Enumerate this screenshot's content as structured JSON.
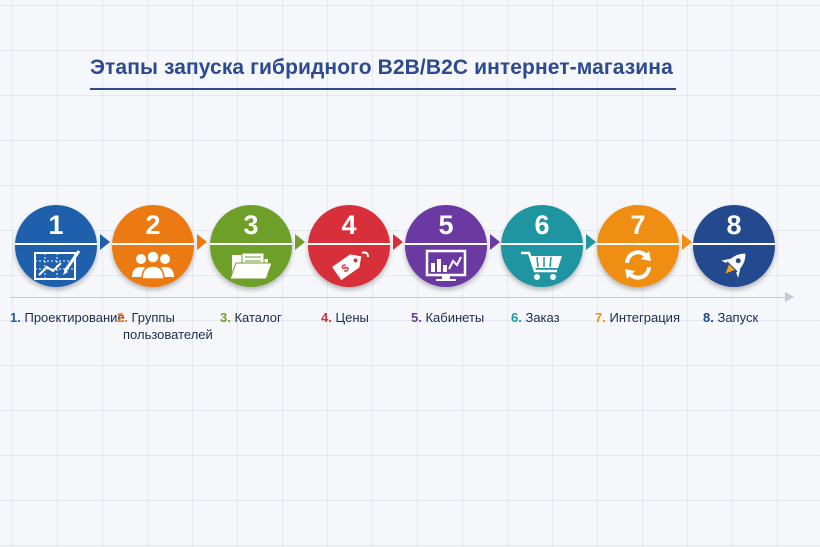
{
  "title": "Этапы запуска гибридного B2B/B2C интернет-магазина",
  "steps": [
    {
      "number": "1",
      "label_number": "1.",
      "label": "Проектирование",
      "label_line2": "",
      "color": "#1f60ad",
      "icon": "blueprint-icon"
    },
    {
      "number": "2",
      "label_number": "2.",
      "label": "Группы",
      "label_line2": "пользователей",
      "color": "#ec7a12",
      "icon": "users-icon"
    },
    {
      "number": "3",
      "label_number": "3.",
      "label": "Каталог",
      "label_line2": "",
      "color": "#6e9f29",
      "icon": "folder-icon"
    },
    {
      "number": "4",
      "label_number": "4.",
      "label": "Цены",
      "label_line2": "",
      "color": "#d8303b",
      "icon": "price-tag-icon"
    },
    {
      "number": "5",
      "label_number": "5.",
      "label": "Кабинеты",
      "label_line2": "",
      "color": "#6a3aa2",
      "icon": "dashboard-icon"
    },
    {
      "number": "6",
      "label_number": "6.",
      "label": "Заказ",
      "label_line2": "",
      "color": "#1e95a0",
      "icon": "cart-icon"
    },
    {
      "number": "7",
      "label_number": "7.",
      "label": "Интеграция",
      "label_line2": "",
      "color": "#ef8e13",
      "icon": "sync-icon"
    },
    {
      "number": "8",
      "label_number": "8.",
      "label": "Запуск",
      "label_line2": "",
      "color": "#234a8f",
      "icon": "rocket-icon"
    }
  ]
}
